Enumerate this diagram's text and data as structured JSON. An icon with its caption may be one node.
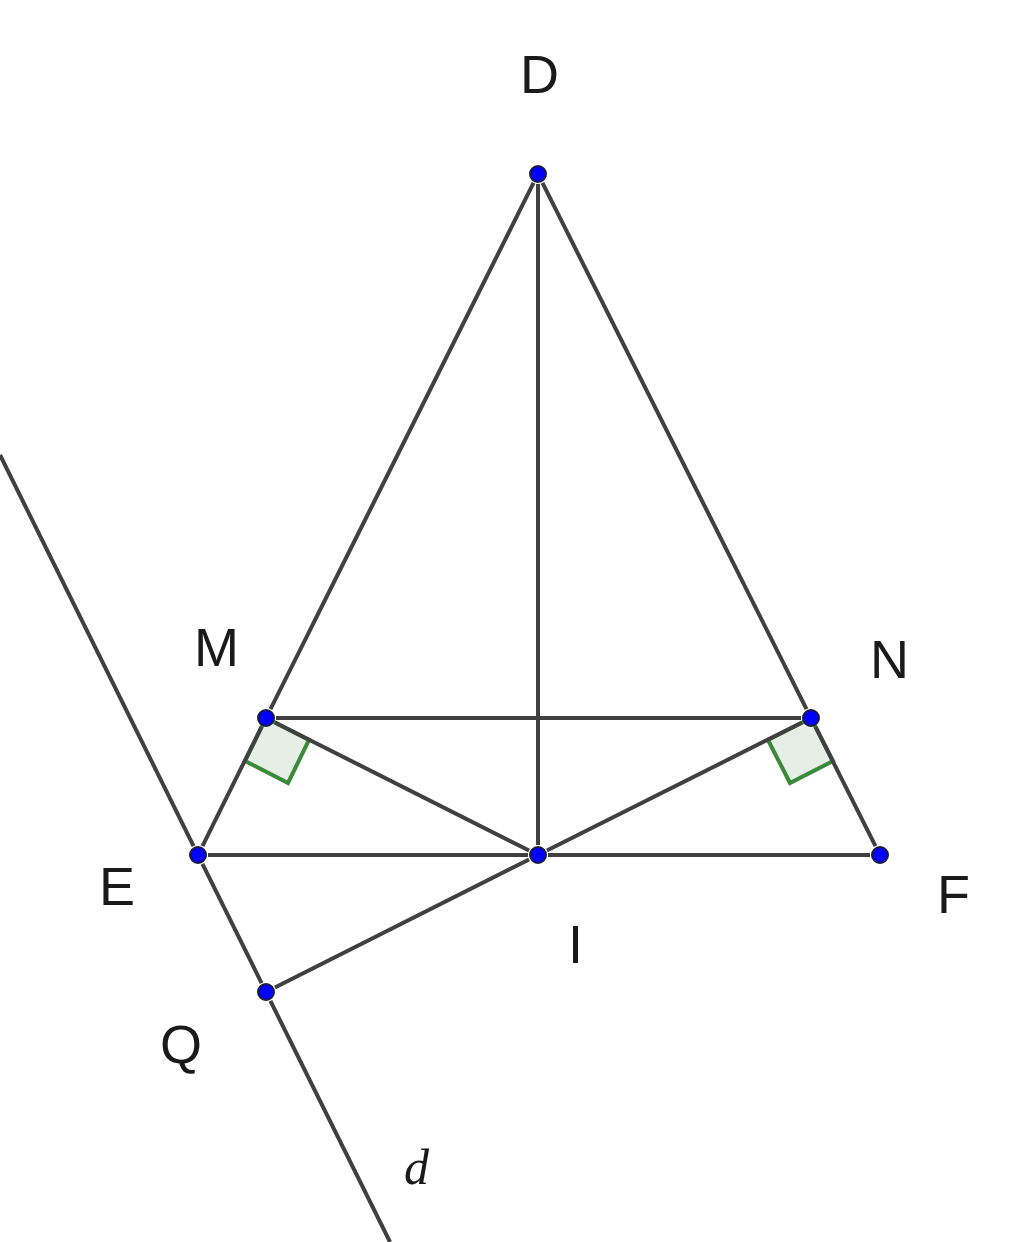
{
  "diagram": {
    "nodes": [
      {
        "text": [
          "D"
        ]
      },
      {
        "text": [
          "M"
        ]
      },
      {
        "text": [
          "N"
        ]
      },
      {
        "text": [
          "E"
        ]
      },
      {
        "text": [
          "I"
        ]
      },
      {
        "text": [
          "F"
        ]
      },
      {
        "text": [
          "Q"
        ]
      }
    ],
    "edges": [
      {
        "from": 0,
        "to": 1,
        "arrow": "none"
      },
      {
        "from": 1,
        "to": 3,
        "arrow": "none"
      },
      {
        "from": 0,
        "to": 2,
        "arrow": "none"
      },
      {
        "from": 2,
        "to": 5,
        "arrow": "none"
      },
      {
        "from": 0,
        "to": 4,
        "arrow": "none"
      },
      {
        "from": 1,
        "to": 2,
        "arrow": "none"
      },
      {
        "from": 1,
        "to": 4,
        "arrow": "none"
      },
      {
        "from": 2,
        "to": 4,
        "arrow": "none"
      },
      {
        "from": 3,
        "to": 4,
        "arrow": "none"
      },
      {
        "from": 4,
        "to": 5,
        "arrow": "none"
      },
      {
        "from": 4,
        "to": 6,
        "arrow": "none"
      },
      {
        "from": 3,
        "to": 6,
        "arrow": "none"
      },
      {
        "from": null,
        "to": 3,
        "arrow": "none"
      },
      {
        "from": 6,
        "to": null,
        "arrow": "none"
      }
    ],
    "labels": [
      "d"
    ]
  }
}
